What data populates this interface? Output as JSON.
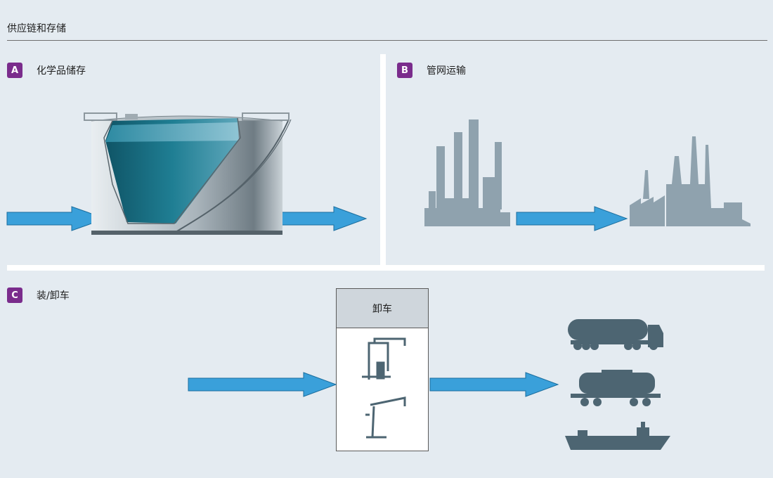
{
  "header": {
    "title": "供应链和存储"
  },
  "sections": {
    "a": {
      "badge": "A",
      "label": "化学品储存"
    },
    "b": {
      "badge": "B",
      "label": "管网运输"
    },
    "c": {
      "badge": "C",
      "label": "装/卸车"
    }
  },
  "loading_box": {
    "title": "卸车"
  },
  "colors": {
    "arrow": "#3aa0da",
    "badge": "#7a2c8c",
    "tank_liquid": "#1a6f86",
    "icon_gray": "#8fa2ae",
    "vehicle": "#4d6572"
  },
  "icons": [
    "storage-tank-icon",
    "refinery-icon",
    "industrial-plant-icon",
    "loading-arm-icon",
    "marine-loading-arm-icon",
    "tanker-truck-icon",
    "rail-tank-car-icon",
    "tanker-ship-icon"
  ]
}
